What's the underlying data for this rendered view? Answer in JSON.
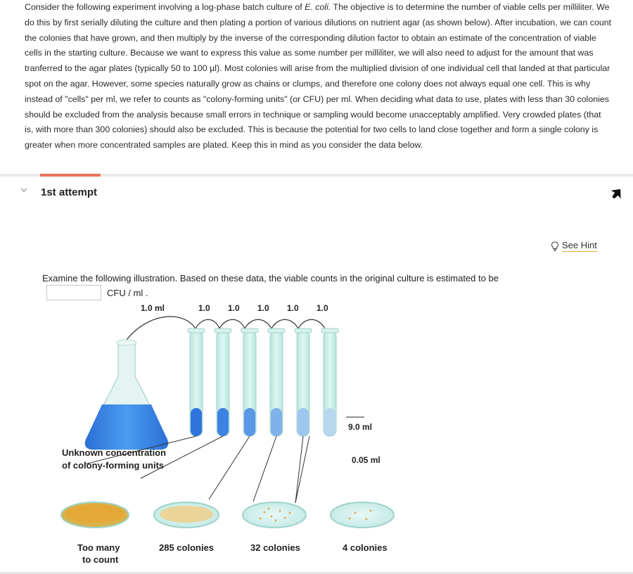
{
  "intro": {
    "text_before_italic": "Consider the following experiment involving a log-phase batch culture of ",
    "italic": "E. coli.",
    "text_after_italic": " The objective is to determine the number of viable cells per milliliter. We do this by first serially diluting the culture and then plating a portion of various dilutions on nutrient agar (as shown below). After incubation, we can count the colonies that have grown, and then multiply by the inverse of the corresponding dilution factor to obtain an estimate of the concentration of viable cells in the starting culture. Because we want to express this value as some number per milliliter, we will also need to adjust for the amount that was tranferred to the agar plates (typically 50 to 100 µl). Most colonies will arise from the multiplied division of one individual cell that landed at that particular spot on the agar. However, some species naturally grow as chains or clumps, and therefore one colony does not always equal one cell. This is why instead of \"cells\" per ml, we refer to counts as \"colony-forming units\" (or CFU) per ml. When deciding what data to use, plates with less than 30 colonies should be excluded from the analysis because small errors in technique or sampling would become unacceptably amplified. Very crowded plates (that is, with more than 300 colonies) should also be excluded. This is because the potential for two cells to land close together and form a single colony is greater when more concentrated samples are plated. Keep this in mind as you consider the data below."
  },
  "attempt": {
    "label": "1st attempt"
  },
  "hint": {
    "label": "See Hint"
  },
  "question": {
    "text": "Examine the following illustration. Based on these data, the viable counts in the original culture is estimated to be",
    "units": "CFU / ml  .",
    "answer_value": ""
  },
  "figure": {
    "first_transfer": "1.0 ml",
    "transfers": [
      "1.0",
      "1.0",
      "1.0",
      "1.0",
      "1.0"
    ],
    "tube_volume": "9.0 ml",
    "plated_volume": "0.05 ml",
    "flask_label_line1": "Unknown concentration",
    "flask_label_line2": "of colony-forming units",
    "plates": [
      {
        "label_line1": "Too many",
        "label_line2": "to count"
      },
      {
        "label_line1": "285 colonies",
        "label_line2": ""
      },
      {
        "label_line1": "32 colonies",
        "label_line2": ""
      },
      {
        "label_line1": "4 colonies",
        "label_line2": ""
      }
    ]
  },
  "colors": {
    "accent": "#e8735a",
    "hint_underline": "#e2a83b",
    "liquid": "#3a7fe0",
    "tube": "#c7ece6",
    "colony": "#e3a23a"
  },
  "icons": {
    "collapse": "chevron-down-icon",
    "pin": "pin-arrow-icon",
    "hint": "lightbulb-icon"
  }
}
